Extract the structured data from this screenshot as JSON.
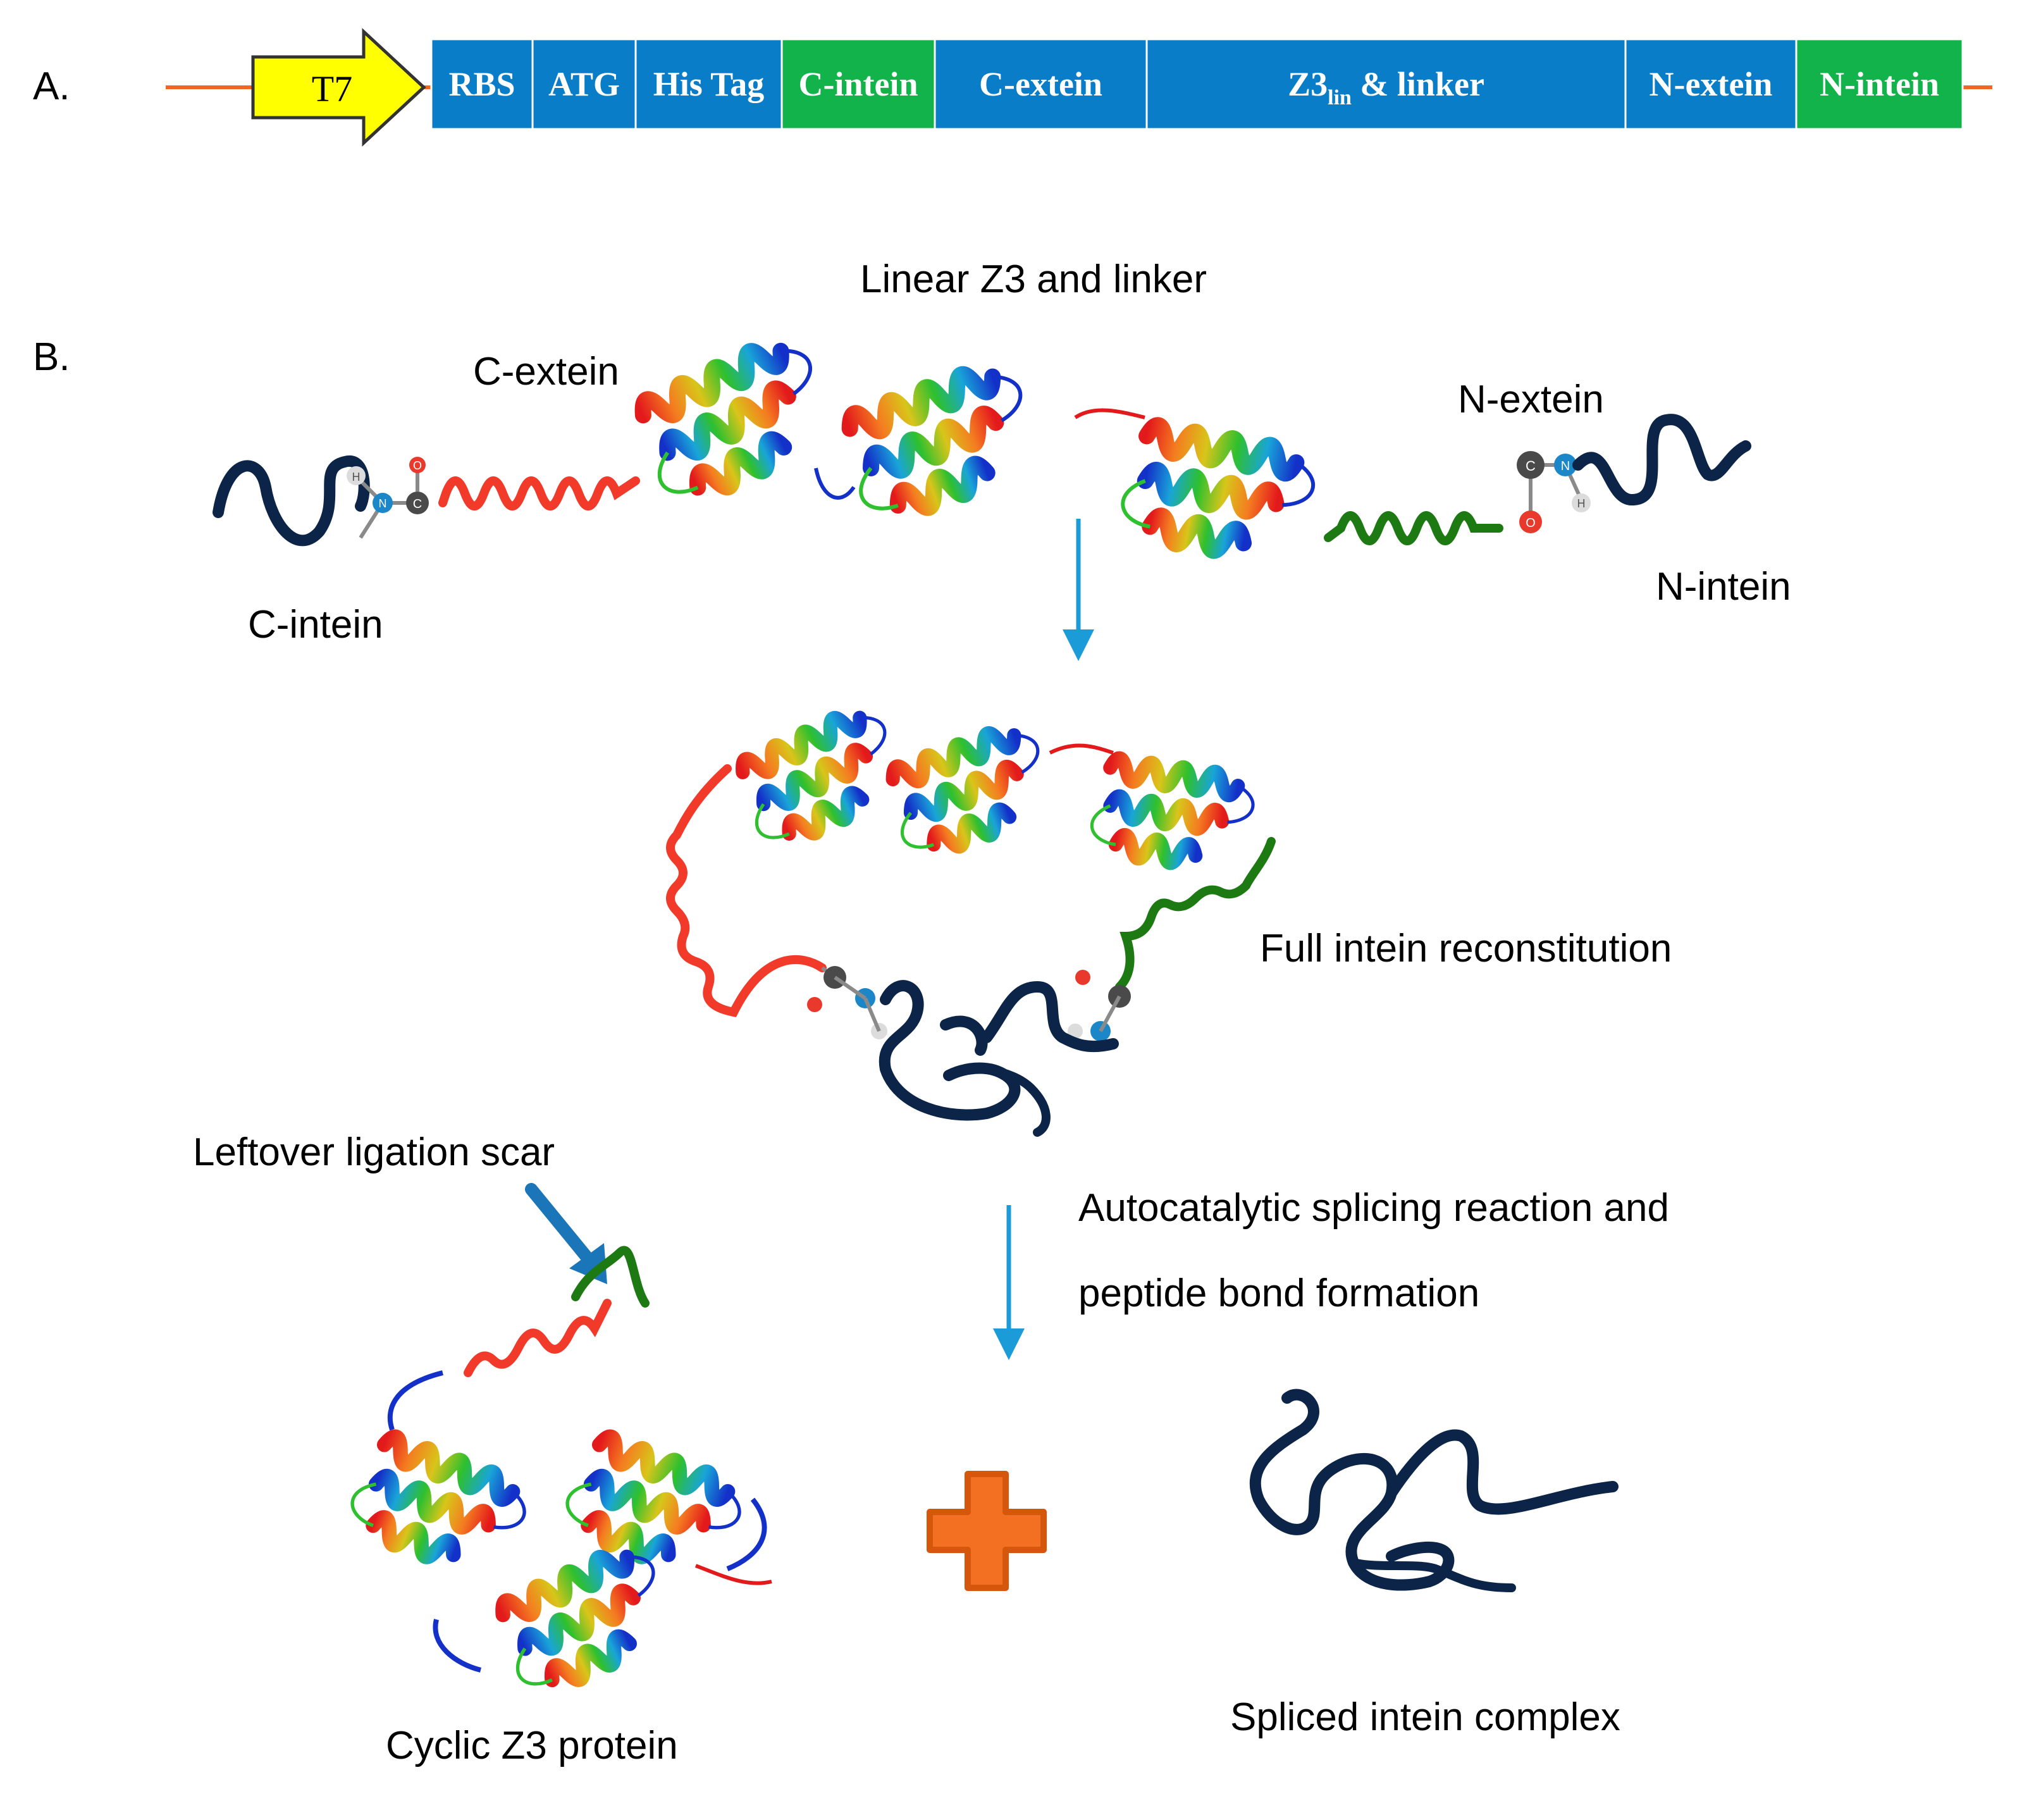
{
  "panel_a": {
    "label": "A.",
    "promoter": "T7",
    "segments": [
      {
        "label": "RBS",
        "kind": "blue"
      },
      {
        "label": "ATG",
        "kind": "blue"
      },
      {
        "label": "His Tag",
        "kind": "blue"
      },
      {
        "label": "C-intein",
        "kind": "green"
      },
      {
        "label": "C-extein",
        "kind": "blue"
      },
      {
        "label": "Z3",
        "subscript": "lin",
        "suffix": " & linker",
        "kind": "blue"
      },
      {
        "label": "N-extein",
        "kind": "blue"
      },
      {
        "label": "N-intein",
        "kind": "green"
      }
    ]
  },
  "panel_b": {
    "label": "B.",
    "linear_title": "Linear Z3 and linker",
    "c_extein": "C-extein",
    "n_extein": "N-extein",
    "c_intein": "C-intein",
    "n_intein": "N-intein",
    "reconstitution": "Full intein reconstitution",
    "scar": "Leftover ligation scar",
    "reaction_line1": "Autocatalytic  splicing  reaction  and",
    "reaction_line2": "peptide bond formation",
    "cyclic": "Cyclic Z3 protein",
    "spliced": "Spliced intein complex",
    "atoms": {
      "n": "N",
      "c": "C",
      "o": "O",
      "h": "H"
    }
  },
  "colors": {
    "segment_blue": "#0a7dc8",
    "segment_green": "#13b34b",
    "promoter_yellow": "#ffff00",
    "backbone_orange": "#f26522",
    "intein_navy": "#0b2447",
    "arrow_blue": "#1b9bd7",
    "plus_orange": "#f36f21",
    "c_extein_red": "#f23a2a",
    "n_extein_green": "#1d7a12"
  }
}
